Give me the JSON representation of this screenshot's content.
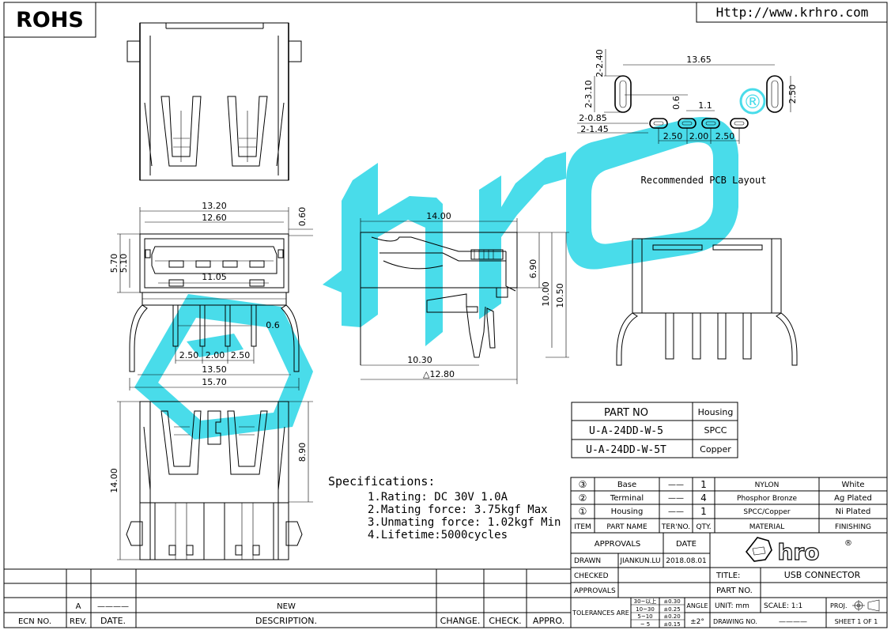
{
  "header": {
    "rohs": "ROHS",
    "url": "Http://www.krhro.com"
  },
  "watermark": {
    "registered": "®"
  },
  "pcb_layout": {
    "caption": "Recommended PCB Layout",
    "dims": [
      "13.65",
      "2-2.40",
      "2-3.10",
      "0.6",
      "1.1",
      "2-0.85",
      "2-1.45",
      "2.50",
      "2.00",
      "2.50",
      "2.50"
    ]
  },
  "front_view_dims": [
    "13.20",
    "12.60",
    "0.60",
    "5.70",
    "5.10",
    "11.05",
    "0.6",
    "2.50",
    "2.00",
    "2.50",
    "13.50",
    "15.70"
  ],
  "side_view_dims": [
    "14.00",
    "6.90",
    "10.00",
    "10.50",
    "10.30",
    "△12.80"
  ],
  "bottom_view_dims": [
    "14.00",
    "8.90"
  ],
  "specifications": {
    "heading": "Specifications:",
    "items": [
      "1.Rating:  DC 30V 1.0A",
      "2.Mating force: 3.75kgf Max",
      "3.Unmating force: 1.02kgf Min",
      "4.Lifetime:5000cycles"
    ]
  },
  "part_table": {
    "header": [
      "PART NO",
      "Housing"
    ],
    "rows": [
      [
        "U-A-24DD-W-5",
        "SPCC"
      ],
      [
        "U-A-24DD-W-5T",
        "Copper"
      ]
    ]
  },
  "bom": {
    "rows": [
      {
        "item": "③",
        "name": "Base",
        "ter": "——",
        "qty": "1",
        "material": "NYLON",
        "finishing": "White"
      },
      {
        "item": "②",
        "name": "Terminal",
        "ter": "——",
        "qty": "4",
        "material": "Phosphor Bronze",
        "finishing": "Ag Plated"
      },
      {
        "item": "①",
        "name": "Housing",
        "ter": "——",
        "qty": "1",
        "material": "SPCC/Copper",
        "finishing": "Ni Plated"
      }
    ],
    "header": {
      "item": "ITEM",
      "name": "PART NAME",
      "ter": "TER'NO.",
      "qty": "QTY.",
      "material": "MATERIAL",
      "finishing": "FINISHING"
    }
  },
  "title_block": {
    "approvals": "APPROVALS",
    "date_label": "DATE",
    "drawn_label": "DRAWN",
    "drawn_by": "JIANKUN.LU",
    "drawn_date": "2018.08.01",
    "checked_label": "CHECKED",
    "approvals_label": "APPROVALS",
    "title_label": "TITLE:",
    "title": "USB CONNECTOR",
    "part_no_label": "PART NO.",
    "tolerances_label": "TOLERANCES ARE",
    "tol_ranges": [
      "30~以上",
      "10~30",
      "5~10",
      "~ 5"
    ],
    "tol_values": [
      "±0.30",
      "±0.25",
      "±0.20",
      "±0.15"
    ],
    "angle_label": "ANGLE",
    "angle_value": "±2°",
    "unit": "UNIT: mm",
    "scale": "SCALE:   1:1",
    "proj": "PROJ.",
    "drawing_no_label": "DRAWING NO.",
    "drawing_no": "————",
    "sheet": "SHEET  1 OF 1",
    "logo_text": "hro",
    "logo_reg": "®"
  },
  "revision_block": {
    "ecn_no": "ECN NO.",
    "rev": "REV.",
    "date": "DATE.",
    "description": "DESCRIPTION.",
    "change": "CHANGE.",
    "check": "CHECK.",
    "appro": "APPRO.",
    "rev_value": "A",
    "date_value": "————",
    "description_value": "NEW"
  }
}
